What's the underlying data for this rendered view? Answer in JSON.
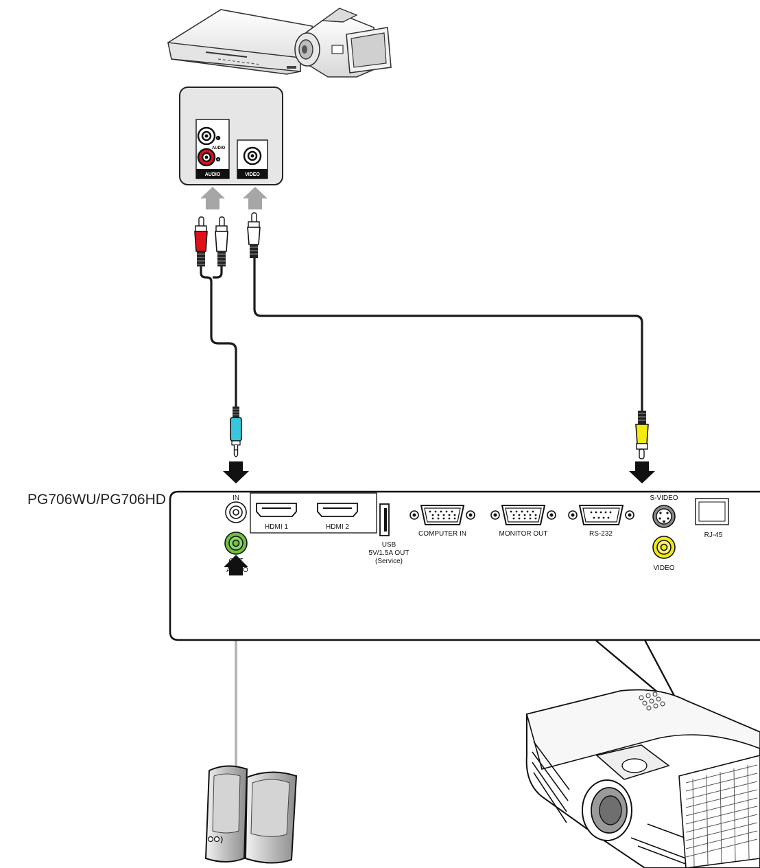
{
  "model_label": "PG706WU/PG706HD",
  "source_panel": {
    "audio_small_label": "AUDIO",
    "audio_label": "AUDIO",
    "video_label": "VIDEO",
    "jack_letters": [
      "L",
      "R"
    ]
  },
  "projector_panel": {
    "audio_in": "IN",
    "audio_out": "OUT",
    "audio_group": "AUDIO",
    "hdmi1": "HDMI 1",
    "hdmi2": "HDMI 2",
    "usb_line1": "USB",
    "usb_line2": "5V/1.5A OUT",
    "usb_line3": "(Service)",
    "computer_in": "COMPUTER IN",
    "monitor_out": "MONITOR OUT",
    "rs232": "RS-232",
    "svideo": "S-VIDEO",
    "video": "VIDEO",
    "rj45": "RJ-45"
  },
  "colors": {
    "audio_white": "#ffffff",
    "audio_red": "#e0101a",
    "video_rca": "#f2ea10",
    "audio_in_jack": "#38c6dc",
    "audio_out_jack": "#6ec33c",
    "cable": "#1a1a1a",
    "speaker_cable": "#b0b0b0",
    "arrow_up": "#a6a6a6",
    "arrow_down": "#111111"
  }
}
